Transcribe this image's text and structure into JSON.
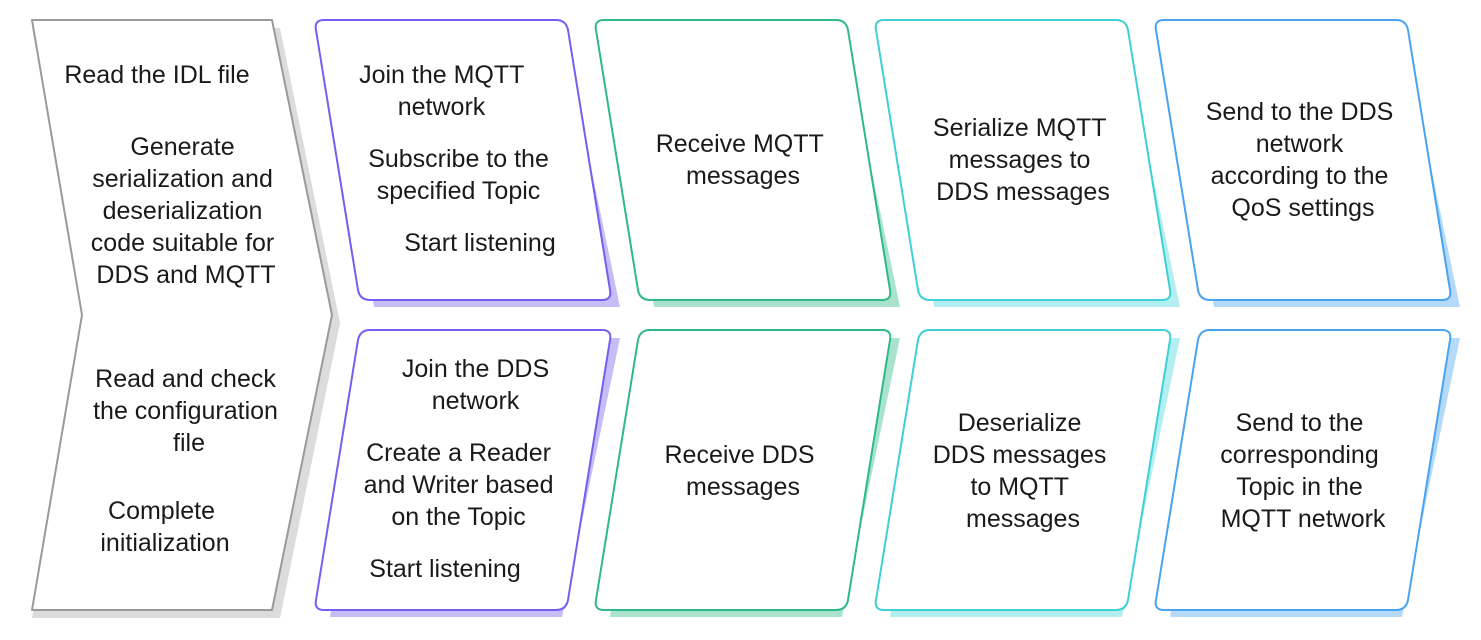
{
  "colors": {
    "gray": "#9a9a9a",
    "gray_shadow": "#dcdcdc",
    "purple": "#7a5cf0",
    "purple_shadow": "#c6bcf6",
    "green": "#2fb88b",
    "green_shadow": "#a9e3cc",
    "teal": "#3fd0d6",
    "teal_shadow": "#b3eef0",
    "blue": "#4aa3f0",
    "blue_shadow": "#b5d9f8",
    "text": "#1a1a1a"
  },
  "init": {
    "lines": [
      [
        "Read the IDL file"
      ],
      [
        "Generate",
        "serialization and",
        "deserialization",
        "code suitable for",
        "DDS and MQTT"
      ],
      [
        "Read and check",
        "the configuration",
        "file"
      ],
      [
        "Complete",
        "initialization"
      ]
    ]
  },
  "top_row": [
    [
      "Join the MQTT",
      "network",
      "",
      "Subscribe to the",
      "specified Topic",
      "",
      "Start listening"
    ],
    [
      "Receive MQTT",
      "messages"
    ],
    [
      "Serialize MQTT",
      "messages to",
      "DDS messages"
    ],
    [
      "Send to the DDS",
      "network",
      "according to the",
      "QoS settings"
    ]
  ],
  "bottom_row": [
    [
      "Join the DDS",
      "network",
      "",
      "Create a Reader",
      "and Writer based",
      "on the Topic",
      "",
      "Start listening"
    ],
    [
      "Receive DDS",
      "messages"
    ],
    [
      "Deserialize",
      "DDS messages",
      "to MQTT",
      "messages"
    ],
    [
      "Send to the",
      "corresponding",
      "Topic in the",
      "MQTT network"
    ]
  ]
}
